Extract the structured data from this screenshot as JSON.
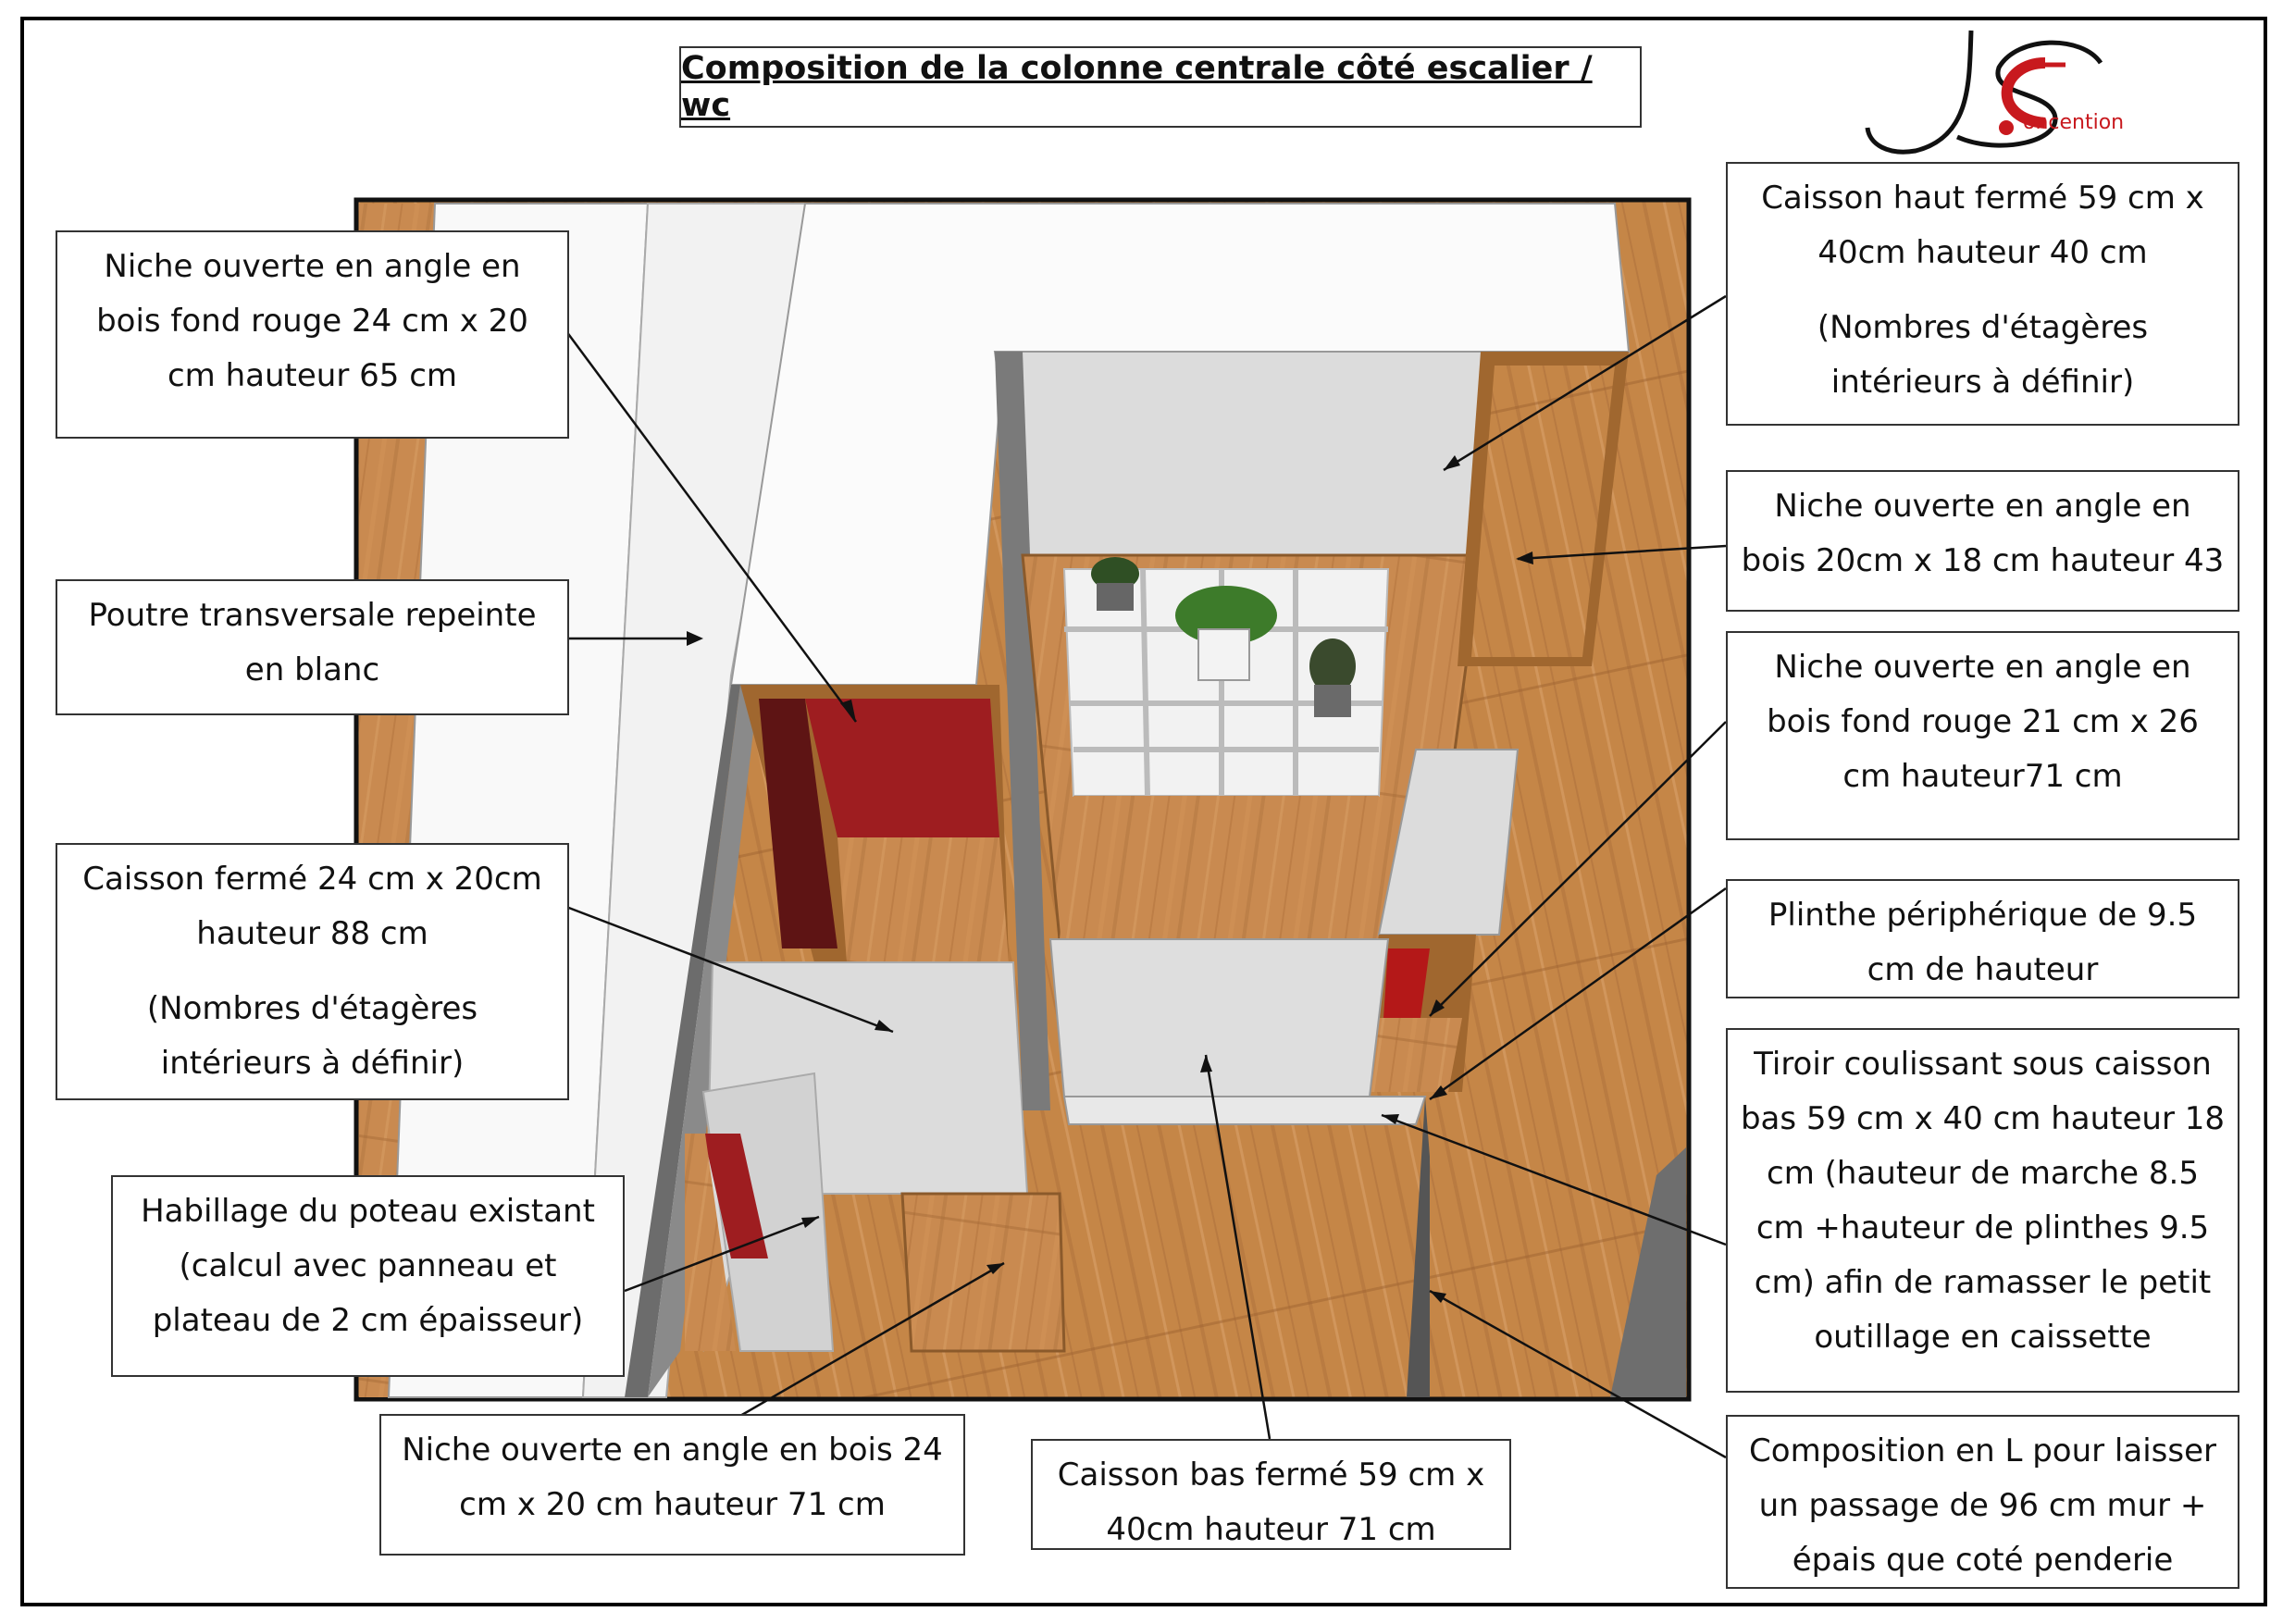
{
  "title": "Composition de la colonne centrale côté escalier / wc",
  "logo": {
    "text": "oncention",
    "colors": {
      "dark": "#111111",
      "accent": "#c8191e"
    }
  },
  "colors": {
    "wood": "#c88a4f",
    "wood_dark": "#9a6334",
    "panel": "#dadada",
    "red": "#a51c1f",
    "white": "#f8f8f8",
    "gray": "#6e6e6e"
  },
  "labels": {
    "niche_rouge_24x20": {
      "lines": [
        "Niche ouverte en angle en",
        "bois  fond rouge 24 cm x 20",
        "cm hauteur 65 cm"
      ]
    },
    "poutre": {
      "lines": [
        "Poutre transversale repeinte",
        "en blanc"
      ]
    },
    "caisson_ferme_24x20": {
      "lines": [
        "Caisson  fermé 24 cm x 20cm",
        "hauteur 88 cm"
      ],
      "sub": [
        "(Nombres d'étagères",
        "intérieurs à définir)"
      ]
    },
    "habillage": {
      "lines": [
        "Habillage du poteau existant",
        "(calcul avec panneau et",
        "plateau  de 2 cm épaisseur)"
      ]
    },
    "niche_bois_24x20": {
      "lines": [
        "Niche ouverte en angle en bois 24",
        "cm x 20 cm hauteur 71 cm"
      ]
    },
    "caisson_bas": {
      "lines": [
        "Caisson bas fermé 59 cm x",
        "40cm hauteur 71 cm"
      ]
    },
    "caisson_haut": {
      "lines": [
        "Caisson haut fermé 59 cm x",
        "40cm hauteur 40 cm"
      ],
      "sub": [
        "(Nombres d'étagères",
        "intérieurs à définir)"
      ]
    },
    "niche_bois_20x18": {
      "lines": [
        "Niche ouverte en angle en",
        "bois 20cm x 18 cm hauteur 43"
      ]
    },
    "niche_rouge_21x26": {
      "lines": [
        "Niche ouverte en angle en",
        "bois  fond rouge 21 cm x 26",
        "cm hauteur71 cm"
      ]
    },
    "plinthe": {
      "lines": [
        "Plinthe périphérique de 9.5",
        "cm de hauteur"
      ]
    },
    "tiroir": {
      "lines": [
        "Tiroir coulissant sous caisson",
        "bas 59 cm x 40 cm hauteur 18",
        "cm (hauteur de marche 8.5",
        "cm +hauteur de plinthes 9.5",
        "cm) afin de ramasser le petit",
        "outillage en caissette"
      ]
    },
    "composition_l": {
      "lines": [
        "Composition en L pour laisser",
        "un passage de 96 cm mur +",
        "épais que coté penderie"
      ]
    }
  }
}
